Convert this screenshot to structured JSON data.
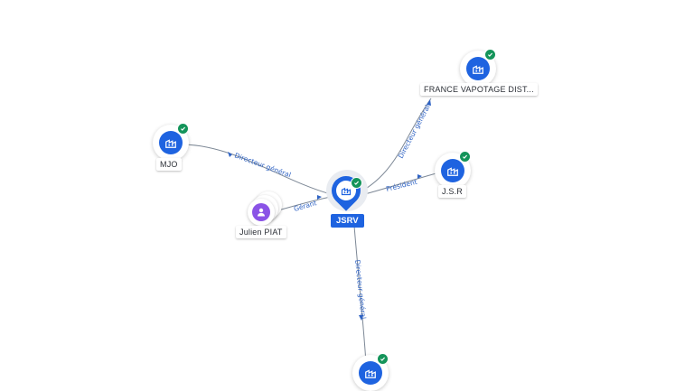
{
  "graph": {
    "center": {
      "name": "JSRV",
      "icon": "company-icon",
      "verified": true
    },
    "companies": [
      {
        "id": "france-vapotage",
        "name": "FRANCE VAPOTAGE DIST...",
        "icon": "company-icon",
        "verified": true
      },
      {
        "id": "mjo",
        "name": "MJO",
        "icon": "company-icon",
        "verified": true
      },
      {
        "id": "jsr",
        "name": "J.S.R",
        "icon": "company-icon",
        "verified": true
      },
      {
        "id": "bottom",
        "name": "",
        "icon": "company-icon",
        "verified": true
      }
    ],
    "people": [
      {
        "id": "julien-piat",
        "name": "Julien PIAT",
        "icon": "person-icon"
      }
    ],
    "relations": [
      {
        "from": "mjo",
        "to": "center",
        "label": "Directeur général"
      },
      {
        "from": "center",
        "to": "france-vapotage",
        "label": "Directeur général"
      },
      {
        "from": "center",
        "to": "jsr",
        "label": "Président"
      },
      {
        "from": "julien-piat",
        "to": "center",
        "label": "Gérant"
      },
      {
        "from": "center",
        "to": "bottom",
        "label": "Directeur général"
      }
    ]
  },
  "colors": {
    "company": "#1e63e0",
    "person": "#8a53e6",
    "verified_badge": "#14945a",
    "edge_label": "#2f63c4",
    "edge_line": "#7d8896"
  }
}
